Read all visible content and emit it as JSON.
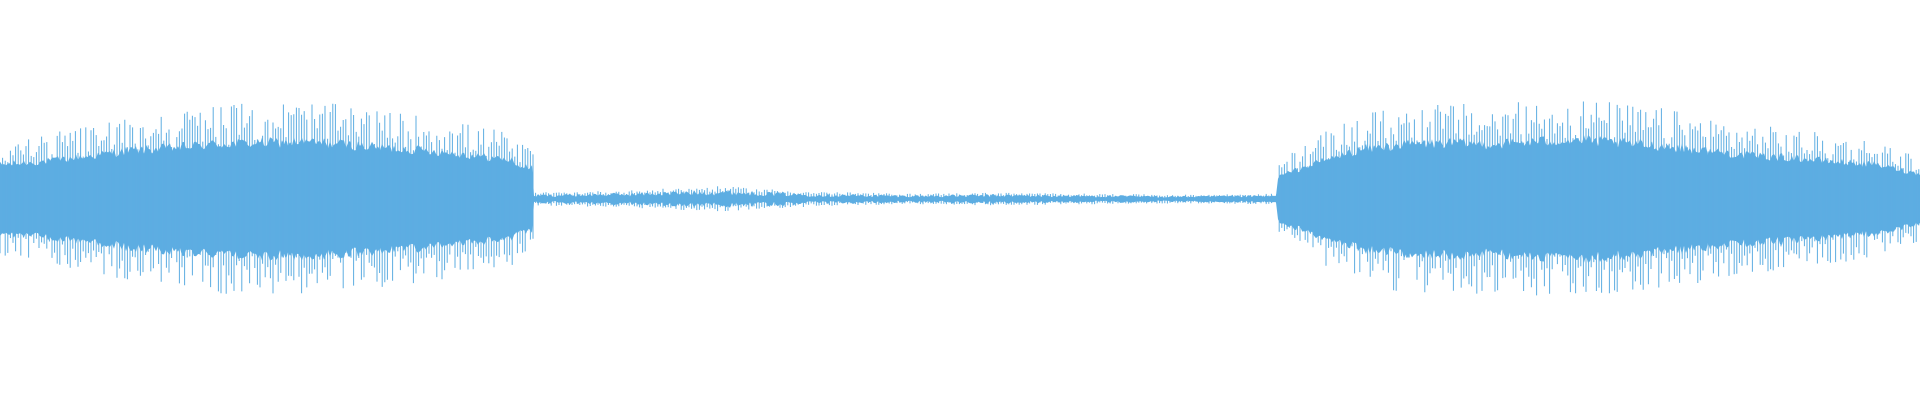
{
  "waveform": {
    "color": "#5dade2",
    "background": "#ffffff",
    "segments": [
      {
        "kind": "speech",
        "start": 0.0,
        "end": 0.268,
        "envelope": [
          0.55,
          0.6,
          0.68,
          0.78,
          0.82,
          0.88,
          0.9,
          0.92,
          0.88,
          0.82,
          0.78,
          0.7,
          0.62
        ]
      },
      {
        "kind": "speech",
        "start": 0.195,
        "end": 0.278,
        "envelope": [
          0.58,
          0.62,
          0.66,
          0.64,
          0.6,
          0.55,
          0.5
        ]
      },
      {
        "kind": "silence",
        "start": 0.278,
        "end": 0.665,
        "envelope": [
          0.06,
          0.08,
          0.12,
          0.07,
          0.05,
          0.06,
          0.05,
          0.04,
          0.05
        ]
      },
      {
        "kind": "speech",
        "start": 0.665,
        "end": 1.0,
        "envelope": [
          0.35,
          0.6,
          0.8,
          0.88,
          0.9,
          0.88,
          0.92,
          0.95,
          0.9,
          0.85,
          0.78,
          0.7,
          0.66,
          0.6,
          0.55,
          0.4
        ]
      }
    ]
  }
}
